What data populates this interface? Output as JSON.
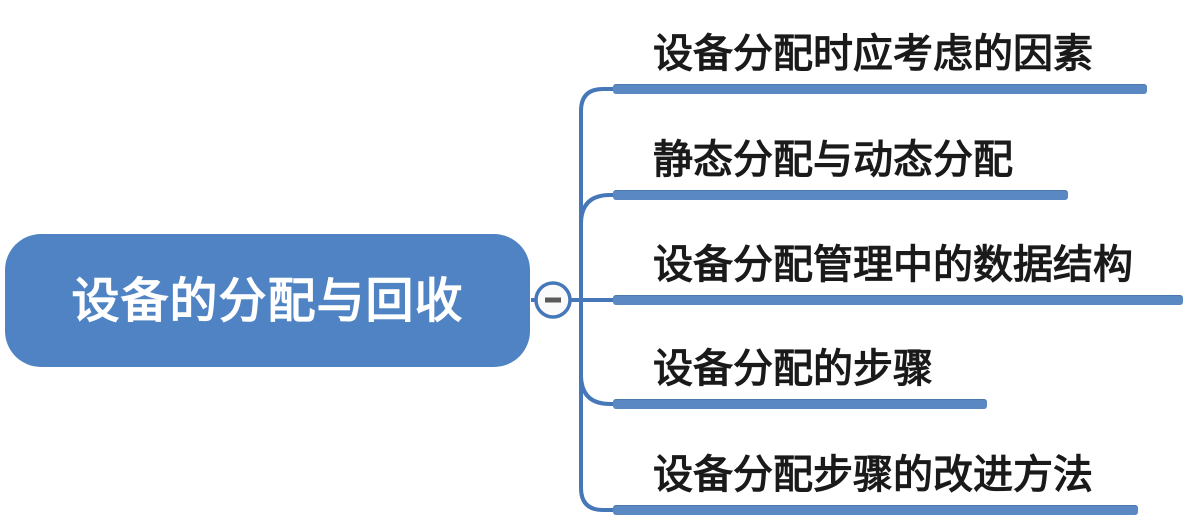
{
  "diagram": {
    "type": "mindmap",
    "root": {
      "label": "设备的分配与回收"
    },
    "collapse_button": {
      "symbol": "−",
      "state": "expanded"
    },
    "branches": [
      {
        "label": "设备分配时应考虑的因素"
      },
      {
        "label": "静态分配与动态分配"
      },
      {
        "label": "设备分配管理中的数据结构"
      },
      {
        "label": "设备分配的步骤"
      },
      {
        "label": "设备分配步骤的改进方法"
      }
    ],
    "colors": {
      "background": "#ffffff",
      "root_fill": "#4f83c4",
      "root_text": "#ffffff",
      "branch_bar": "#5988c2",
      "connector_line": "#4677b8",
      "branch_text": "#1a1a1a",
      "collapse_circle_fill": "#fafafa",
      "collapse_minus": "#5a5a5a"
    }
  }
}
